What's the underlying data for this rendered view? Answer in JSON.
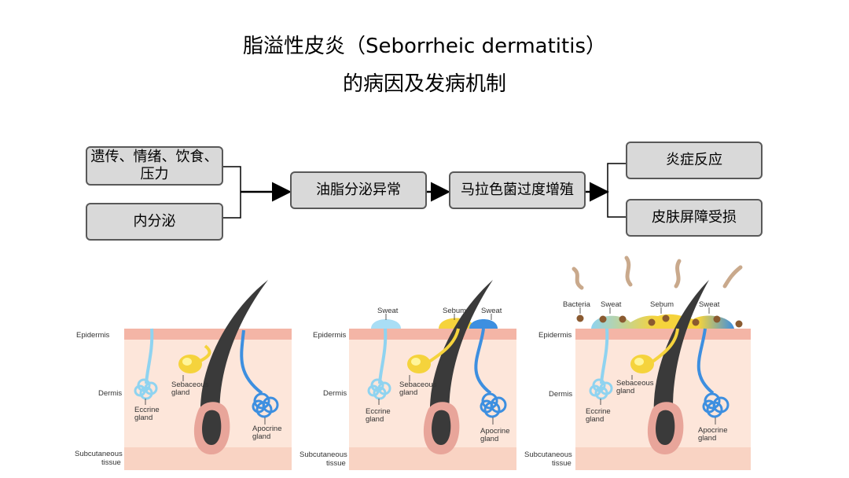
{
  "title": {
    "line1": "脂溢性皮炎（Seborrheic dermatitis）",
    "line2": "的病因及发病机制"
  },
  "flow": {
    "cause_1": "遗传、情绪、饮食、压力",
    "cause_2": "内分泌",
    "step_1": "油脂分泌异常",
    "step_2": "马拉色菌过度增殖",
    "result_1": "炎症反应",
    "result_2": "皮肤屏障受损"
  },
  "layer_labels": {
    "epidermis": "Epidermis",
    "dermis": "Dermis",
    "subcutaneous_1": "Subcutaneous",
    "subcutaneous_2": "tissue"
  },
  "gland_labels": {
    "sebaceous_1": "Sebaceous",
    "sebaceous_2": "gland",
    "eccrine_1": "Eccrine",
    "eccrine_2": "gland",
    "apocrine_1": "Apocrine",
    "apocrine_2": "gland"
  },
  "surface_labels": {
    "sweat": "Sweat",
    "sebum": "Sebum",
    "bacteria": "Bacteria"
  },
  "colors": {
    "box_fill": "#d9d9d9",
    "box_border": "#595959",
    "epidermis": "#f4b5a6",
    "dermis": "#fde6da",
    "subcutaneous": "#f9d3c3",
    "eccrine": "#8fd3f0",
    "apocrine": "#3d8fe0",
    "sebum": "#f5d33c",
    "hair": "#3a3a3a",
    "bacteria": "#8a5a30"
  }
}
